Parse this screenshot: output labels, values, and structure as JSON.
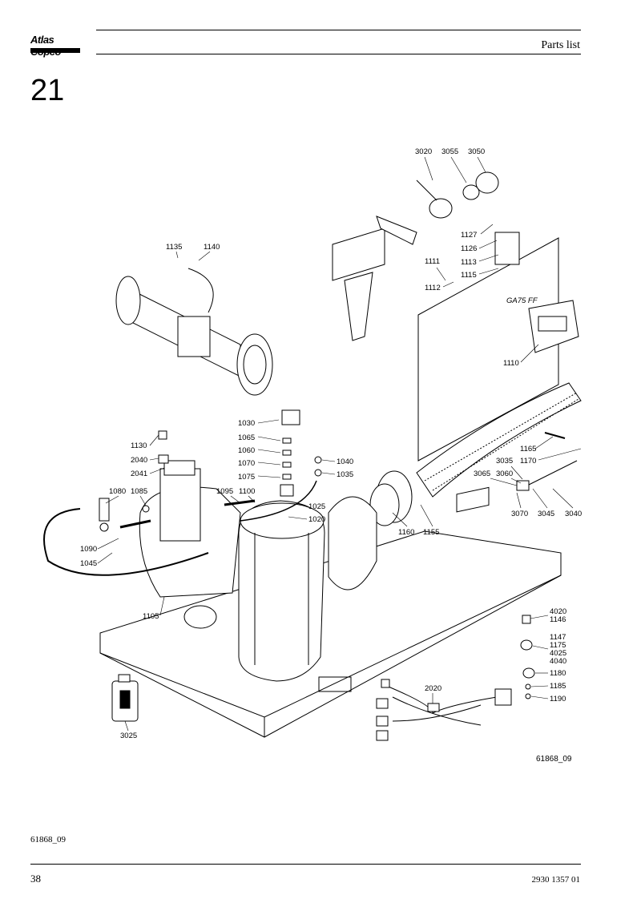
{
  "header": {
    "logo_text": "Atlas Copco",
    "title": "Parts list"
  },
  "section_number": "21",
  "drawing": {
    "panel_model": "GA75 FF",
    "figure_ref": "61868_09",
    "callouts": [
      "3020",
      "3055",
      "3050",
      "1127",
      "1126",
      "1113",
      "1115",
      "1111",
      "1112",
      "1110",
      "1135",
      "1140",
      "1030",
      "1065",
      "1060",
      "1070",
      "1075",
      "1040",
      "1035",
      "1130",
      "2040",
      "2041",
      "1080",
      "1085",
      "1095",
      "1100",
      "1025",
      "1020",
      "1090",
      "1045",
      "1105",
      "1160",
      "1155",
      "1165",
      "1170",
      "3035",
      "3065",
      "3060",
      "3070",
      "3045",
      "3040",
      "4020",
      "1146",
      "1147",
      "1175",
      "4025",
      "4040",
      "1180",
      "1185",
      "1190",
      "2020",
      "3025"
    ]
  },
  "footer": {
    "figure_ref": "61868_09",
    "page": "38",
    "doc_code": "2930 1357 01"
  }
}
